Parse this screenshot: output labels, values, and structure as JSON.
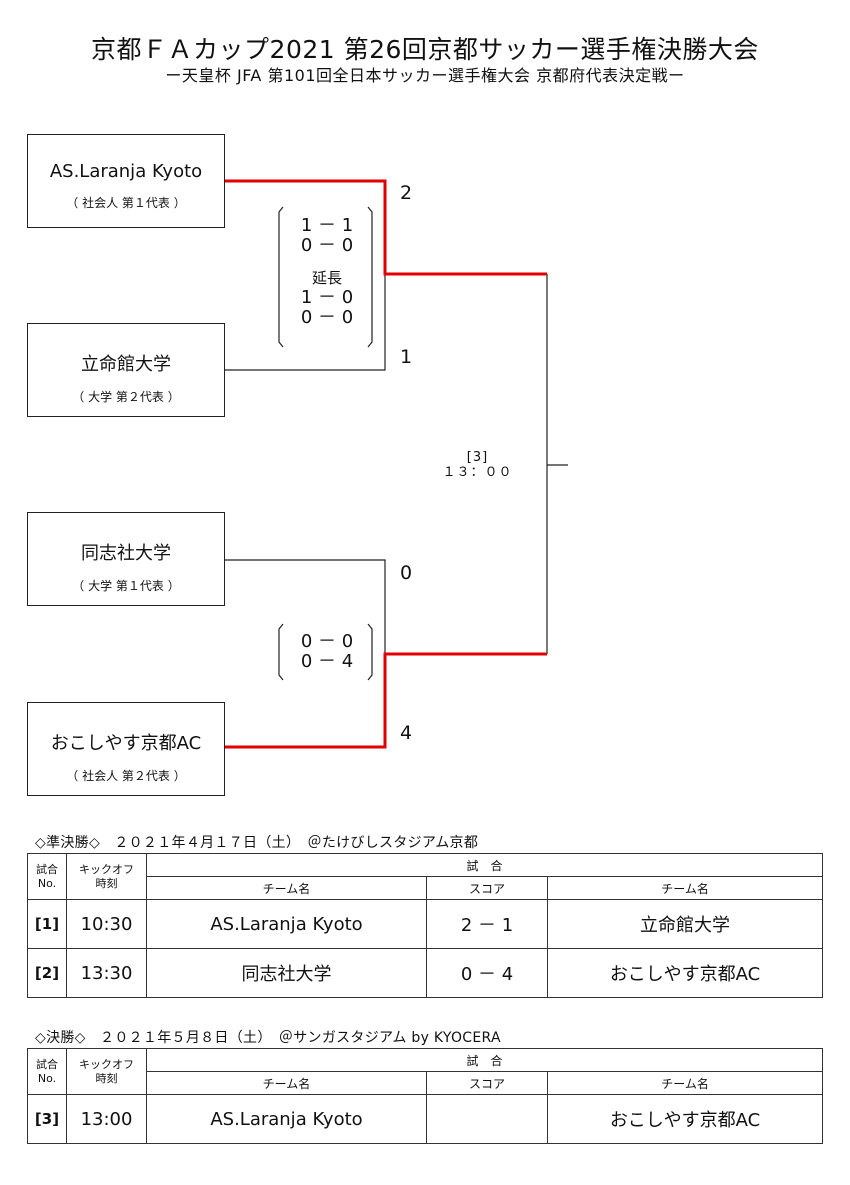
{
  "title": "京都ＦＡカップ2021 第26回京都サッカー選手権決勝大会",
  "subtitle": "ー天皇杯 JFA 第101回全日本サッカー選手権大会 京都府代表決定戦ー",
  "bracket": {
    "teams": [
      {
        "name": "AS.Laranja Kyoto",
        "sub": "（ 社会人 第１代表 ）"
      },
      {
        "name": "立命館大学",
        "sub": "（ 大学 第２代表 ）"
      },
      {
        "name": "同志社大学",
        "sub": "（ 大学 第１代表 ）"
      },
      {
        "name": "おこしやす京都AC",
        "sub": "（ 社会人 第２代表 ）"
      }
    ],
    "scores": [
      "2",
      "1",
      "0",
      "4"
    ],
    "sf1_detail": {
      "h1": "1 － 1",
      "h2": "0 － 0",
      "ext_label": "延長",
      "e1": "1 － 0",
      "e2": "0 － 0"
    },
    "sf2_detail": {
      "h1": "0 － 0",
      "h2": "0 － 4"
    },
    "final_no": "[3]",
    "final_time": "１３：００",
    "win_color": "#e00000",
    "line_color": "#222222"
  },
  "semifinal": {
    "heading": "◇準決勝◇　２０２１年４月１７日（土）　＠たけびしスタジアム京都",
    "headers": {
      "no": "試合",
      "no2": "No.",
      "ko": "キックオフ",
      "ko2": "時刻",
      "match": "試　合",
      "team1": "チーム名",
      "score": "スコア",
      "team2": "チーム名"
    },
    "rows": [
      {
        "no": "[1]",
        "time": "10:30",
        "team1": "AS.Laranja Kyoto",
        "score": "2 － 1",
        "team2": "立命館大学"
      },
      {
        "no": "[2]",
        "time": "13:30",
        "team1": "同志社大学",
        "score": "0 － 4",
        "team2": "おこしやす京都AC"
      }
    ]
  },
  "final": {
    "heading": "◇決勝◇　２０２１年５月８日（土）　＠サンガスタジアム by KYOCERA",
    "headers": {
      "no": "試合",
      "no2": "No.",
      "ko": "キックオフ",
      "ko2": "時刻",
      "match": "試　合",
      "team1": "チーム名",
      "score": "スコア",
      "team2": "チーム名"
    },
    "rows": [
      {
        "no": "[3]",
        "time": "13:00",
        "team1": "AS.Laranja Kyoto",
        "score": "",
        "team2": "おこしやす京都AC"
      }
    ]
  }
}
